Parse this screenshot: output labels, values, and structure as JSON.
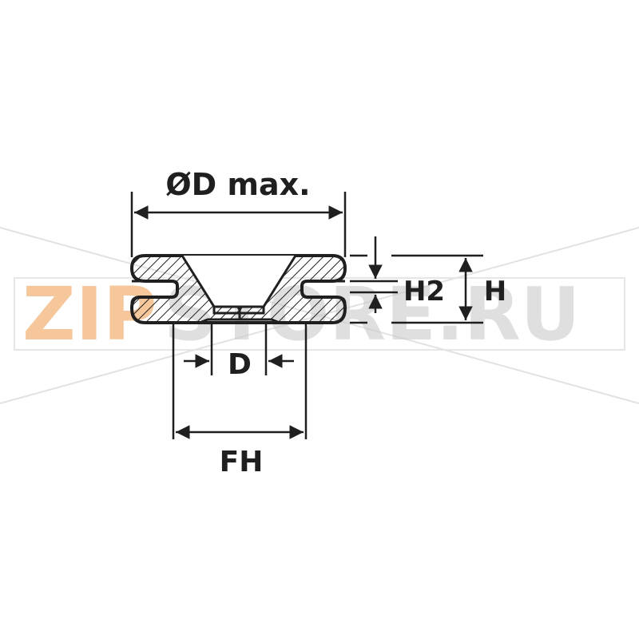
{
  "watermark": {
    "part1": "ZIP",
    "part2": "STORE.RU",
    "part1_color": "#f2b47a",
    "part2_color": "#c9c9c9"
  },
  "labels": {
    "outer_diameter": "ØD max.",
    "inner_diameter": "D",
    "hole_diameter": "FH",
    "flange_height": "H2",
    "total_height": "H"
  },
  "colors": {
    "line": "#1f1f1f",
    "hatch": "#1f1f1f",
    "background": "#ffffff"
  }
}
